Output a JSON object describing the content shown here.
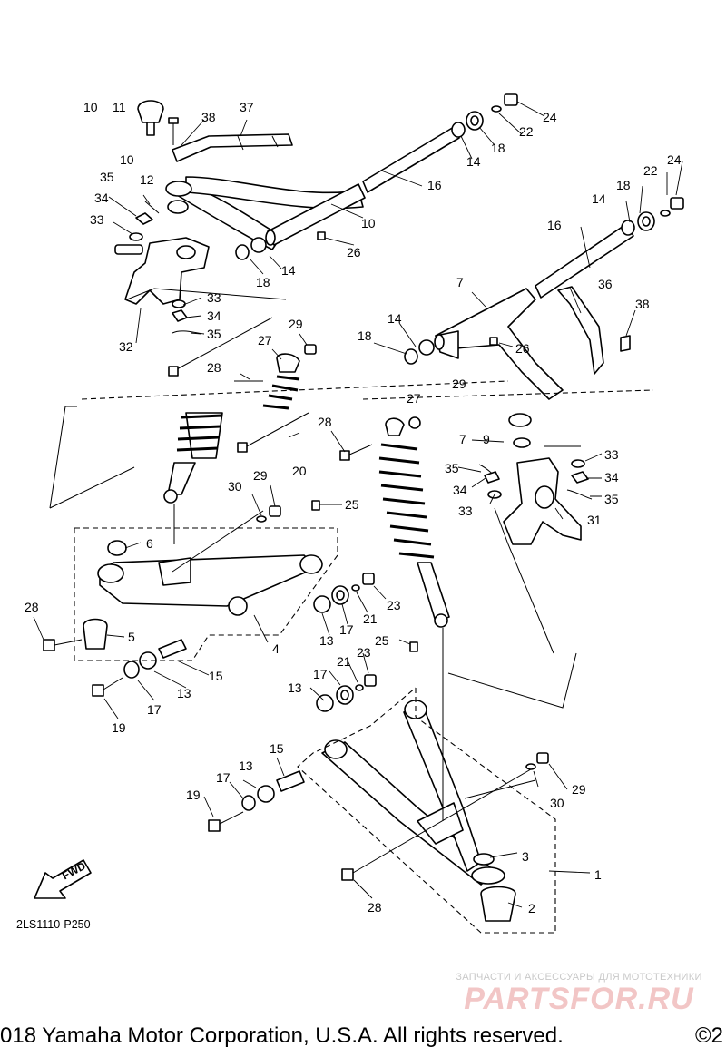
{
  "callouts": [
    {
      "id": "c10a",
      "text": "10"
    },
    {
      "id": "c11",
      "text": "11"
    },
    {
      "id": "c38a",
      "text": "38"
    },
    {
      "id": "c37",
      "text": "37"
    },
    {
      "id": "c24a",
      "text": "24"
    },
    {
      "id": "c22a",
      "text": "22"
    },
    {
      "id": "c18a",
      "text": "18"
    },
    {
      "id": "c14a",
      "text": "14"
    },
    {
      "id": "c16a",
      "text": "16"
    },
    {
      "id": "c10b",
      "text": "10"
    },
    {
      "id": "c12",
      "text": "12"
    },
    {
      "id": "c35a",
      "text": "35"
    },
    {
      "id": "c34a",
      "text": "34"
    },
    {
      "id": "c33a",
      "text": "33"
    },
    {
      "id": "c10c",
      "text": "10"
    },
    {
      "id": "c26a",
      "text": "26"
    },
    {
      "id": "c14b",
      "text": "14"
    },
    {
      "id": "c18b",
      "text": "18"
    },
    {
      "id": "c33b",
      "text": "33"
    },
    {
      "id": "c34b",
      "text": "34"
    },
    {
      "id": "c35b",
      "text": "35"
    },
    {
      "id": "c32",
      "text": "32"
    },
    {
      "id": "c29a",
      "text": "29"
    },
    {
      "id": "c27a",
      "text": "27"
    },
    {
      "id": "c28a",
      "text": "28"
    },
    {
      "id": "c24b",
      "text": "24"
    },
    {
      "id": "c22b",
      "text": "22"
    },
    {
      "id": "c18c",
      "text": "18"
    },
    {
      "id": "c14c",
      "text": "14"
    },
    {
      "id": "c16b",
      "text": "16"
    },
    {
      "id": "c7a",
      "text": "7"
    },
    {
      "id": "c36",
      "text": "36"
    },
    {
      "id": "c38b",
      "text": "38"
    },
    {
      "id": "c14d",
      "text": "14"
    },
    {
      "id": "c18d",
      "text": "18"
    },
    {
      "id": "c26b",
      "text": "26"
    },
    {
      "id": "c29b",
      "text": "29"
    },
    {
      "id": "c27b",
      "text": "27"
    },
    {
      "id": "c28b",
      "text": "28"
    },
    {
      "id": "c20",
      "text": "20"
    },
    {
      "id": "c7b",
      "text": "7"
    },
    {
      "id": "c9",
      "text": "9"
    },
    {
      "id": "c33c",
      "text": "33"
    },
    {
      "id": "c35c",
      "text": "35"
    },
    {
      "id": "c34c",
      "text": "34"
    },
    {
      "id": "c34d",
      "text": "34"
    },
    {
      "id": "c35d",
      "text": "35"
    },
    {
      "id": "c33d",
      "text": "33"
    },
    {
      "id": "c31",
      "text": "31"
    },
    {
      "id": "c29c",
      "text": "29"
    },
    {
      "id": "c30a",
      "text": "30"
    },
    {
      "id": "c25a",
      "text": "25"
    },
    {
      "id": "c6",
      "text": "6"
    },
    {
      "id": "c28c",
      "text": "28"
    },
    {
      "id": "c5",
      "text": "5"
    },
    {
      "id": "c4",
      "text": "4"
    },
    {
      "id": "c13a",
      "text": "13"
    },
    {
      "id": "c17a",
      "text": "17"
    },
    {
      "id": "c21a",
      "text": "21"
    },
    {
      "id": "c23a",
      "text": "23"
    },
    {
      "id": "c15a",
      "text": "15"
    },
    {
      "id": "c13b",
      "text": "13"
    },
    {
      "id": "c17b",
      "text": "17"
    },
    {
      "id": "c19a",
      "text": "19"
    },
    {
      "id": "c25b",
      "text": "25"
    },
    {
      "id": "c21b",
      "text": "21"
    },
    {
      "id": "c23b",
      "text": "23"
    },
    {
      "id": "c17c",
      "text": "17"
    },
    {
      "id": "c13c",
      "text": "13"
    },
    {
      "id": "c15b",
      "text": "15"
    },
    {
      "id": "c13d",
      "text": "13"
    },
    {
      "id": "c17d",
      "text": "17"
    },
    {
      "id": "c19b",
      "text": "19"
    },
    {
      "id": "c29d",
      "text": "29"
    },
    {
      "id": "c30b",
      "text": "30"
    },
    {
      "id": "c3",
      "text": "3"
    },
    {
      "id": "c1",
      "text": "1"
    },
    {
      "id": "c28d",
      "text": "28"
    },
    {
      "id": "c2",
      "text": "2"
    }
  ],
  "fwd_label": "FWD",
  "ref_code": "2LS1110-P250",
  "watermark": {
    "top": "ЗАПЧАСТИ И АКСЕССУАРЫ ДЛЯ МОТОТЕХНИКИ",
    "logo": "PARTSFOR.RU"
  },
  "copyright": "018 Yamaha Motor Corporation, U.S.A. All rights reserved.",
  "copyright_mark": "©2"
}
